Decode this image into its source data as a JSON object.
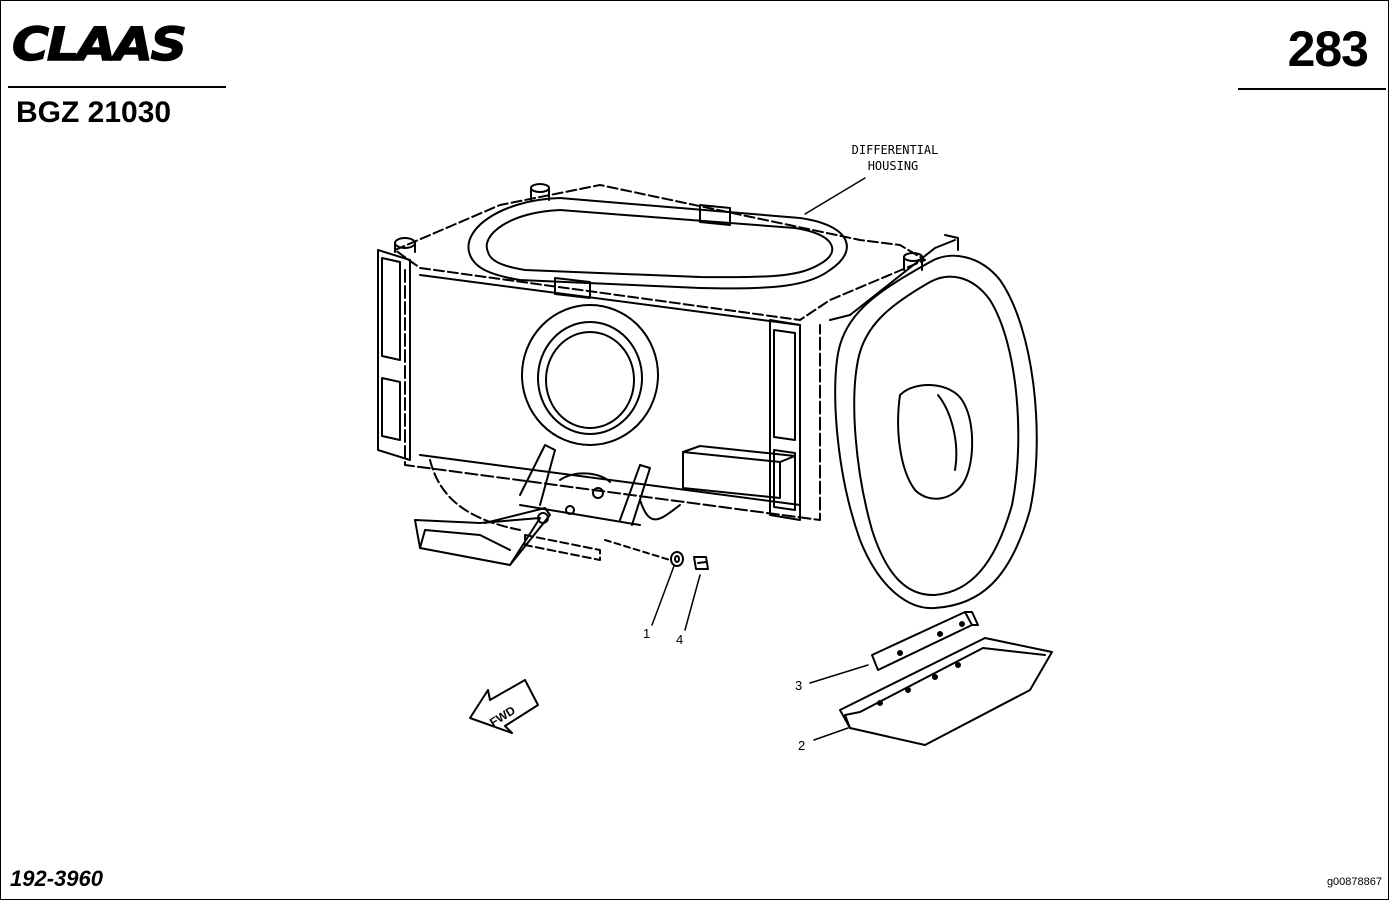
{
  "header": {
    "brand": "CLAAS",
    "page_number": "283",
    "model_code": "BGZ 21030"
  },
  "footer": {
    "document_number": "192-3960",
    "image_code": "g00878867"
  },
  "diagram": {
    "callout_main": [
      "DIFFERENTIAL",
      "HOUSING"
    ],
    "part_labels": [
      "1",
      "4",
      "3",
      "2"
    ],
    "direction_arrow": "FWD"
  },
  "icons": {
    "logo": "claas-logo",
    "arrow": "fwd-arrow-icon"
  }
}
